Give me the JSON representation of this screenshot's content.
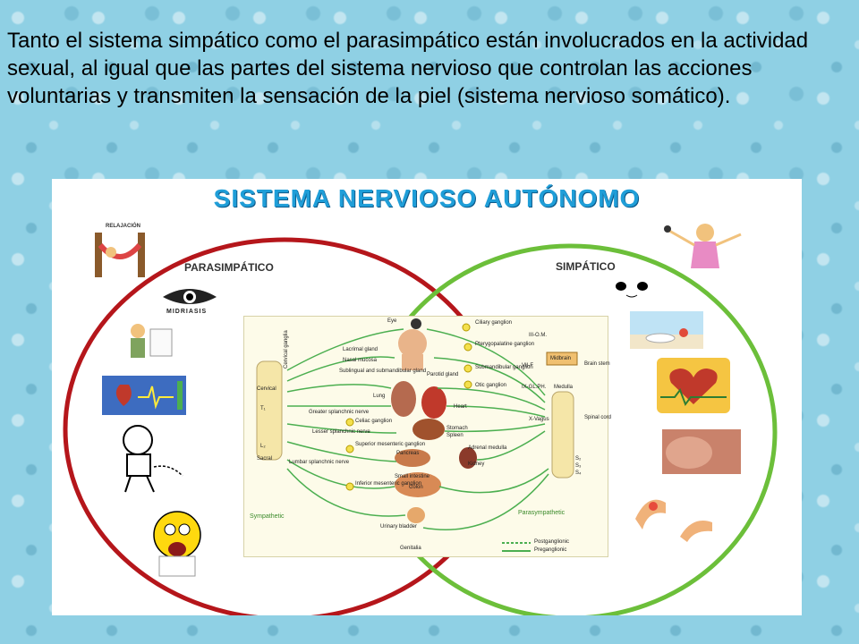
{
  "intro_text": "Tanto el sistema simpático como el parasimpático están involucrados en la actividad sexual, al igual que las partes del sistema nervioso que controlan las acciones voluntarias y transmiten la sensación de la piel (sistema nervioso somático).",
  "figure": {
    "title": "SISTEMA NERVIOSO AUTÓNOMO",
    "left_circle_label": "PARASIMPÁTICO",
    "right_circle_label": "SIMPÁTICO",
    "relax_label": "RELAJACIÓN",
    "midriasis_label": "MIDRIASIS",
    "colors": {
      "parasympathetic_ring": "#b5161b",
      "sympathetic_ring": "#6cbf3a",
      "title": "#1f9ed8"
    }
  },
  "diagram": {
    "left_labels": {
      "cervical": "Cervical",
      "t1": "T₁",
      "l2": "L₂",
      "sacral": "Sacral",
      "sympathetic": "Sympathetic",
      "cervical_ganglia": "Cervical ganglia",
      "greater_splanchnic": "Greater splanchnic nerve",
      "lesser_splanchnic": "Lesser splanchnic nerve",
      "lumbar_splanchnic": "Lumbar splanchnic nerve"
    },
    "organs": {
      "eye": "Eye",
      "lacrimal": "Lacrimal gland",
      "nasal": "Nasal mucosa",
      "sublingual": "Sublingual and submandibular gland",
      "parotid": "Parotid gland",
      "lung": "Lung",
      "heart": "Heart",
      "stomach": "Stomach",
      "spleen": "Spleen",
      "pancreas": "Pancreas",
      "adrenal": "Adrenal medulla",
      "kidney": "Kidney",
      "small_intestine": "Small intestine",
      "colon": "Colon",
      "urinary": "Urinary bladder",
      "genitalia": "Genitalia"
    },
    "ganglia": {
      "ciliary": "Ciliary ganglion",
      "pterygopalatine": "Pterygopalatine ganglion",
      "submandibular": "Submandibular ganglion",
      "otic": "Otic ganglion",
      "celiac": "Celiac ganglion",
      "superior_mesenteric": "Superior mesenteric ganglion",
      "inferior_mesenteric": "Inferior mesenteric ganglion"
    },
    "right_labels": {
      "iii_om": "III-O.M.",
      "vii_f": "VII-F",
      "ix_gl_ph": "IX-GL.PH.",
      "x_vagus": "X-Vagus",
      "midbrain": "Midbrain",
      "medulla": "Medulla",
      "brain_stem": "Brain stem",
      "spinal_cord": "Spinal cord",
      "s2": "S₂",
      "s3": "S₃",
      "s4": "S₄",
      "parasympathetic": "Parasympathetic"
    },
    "legend": {
      "postganglionic": "Postganglionic",
      "preganglionic": "Preganglionic"
    }
  }
}
